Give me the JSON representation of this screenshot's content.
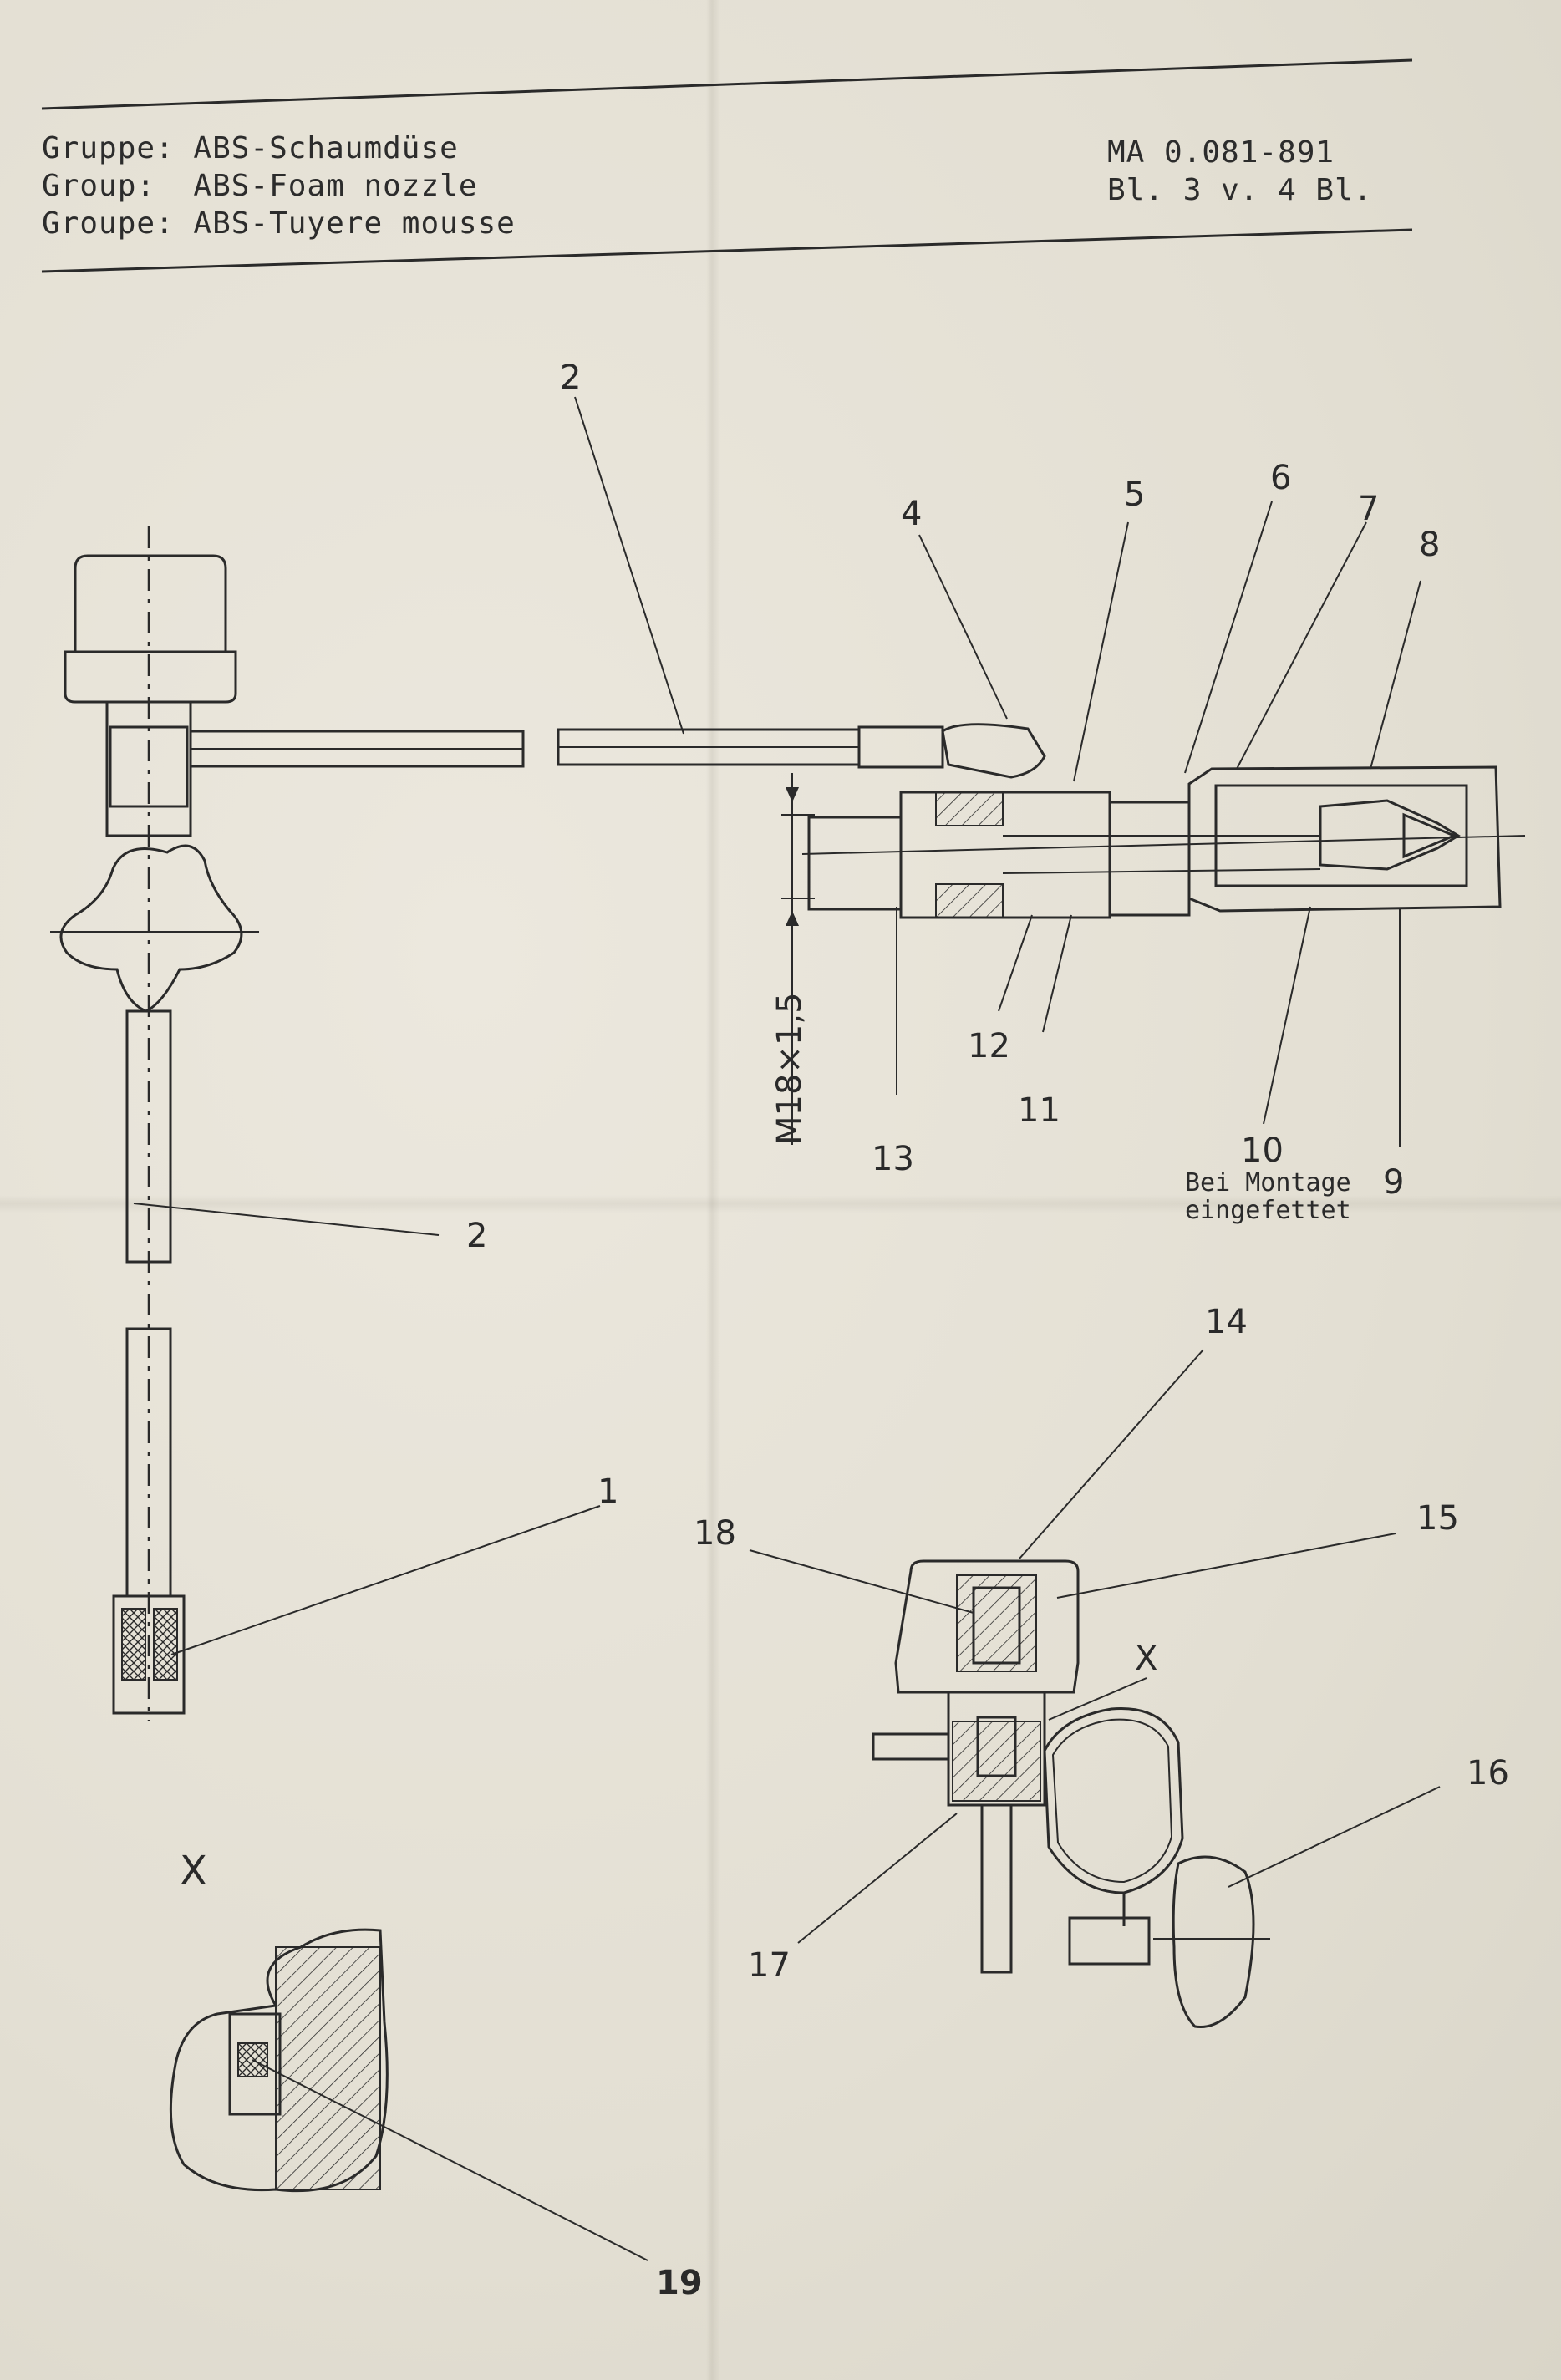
{
  "header": {
    "lines": [
      "Gruppe: ABS-Schaumdüse",
      "Group:  ABS-Foam nozzle",
      "Groupe: ABS-Tuyere mousse"
    ],
    "doc_number": "MA 0.081-891",
    "sheet": "Bl. 3 v. 4 Bl."
  },
  "drawing": {
    "thread_dimension": "M18×1,5",
    "note_line_1": "Bei Montage",
    "note_line_2": "eingefettet",
    "detail_label": "X",
    "detail_ref_label": "X"
  },
  "callouts": [
    "1",
    "2",
    "2",
    "4",
    "5",
    "6",
    "7",
    "8",
    "9",
    "10",
    "11",
    "12",
    "13",
    "14",
    "15",
    "16",
    "17",
    "18",
    "19"
  ]
}
